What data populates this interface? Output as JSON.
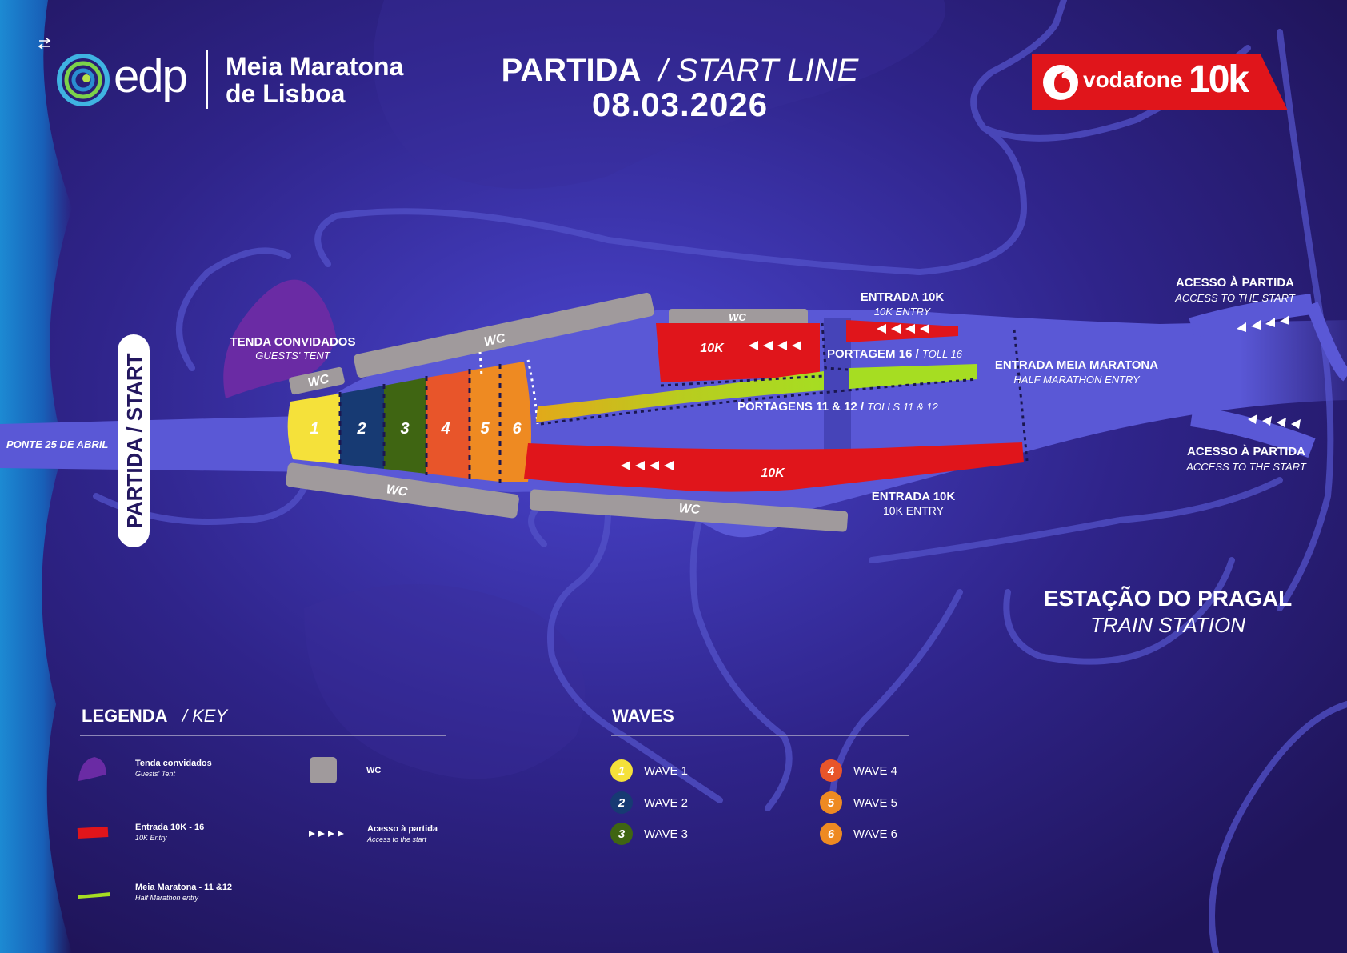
{
  "header": {
    "brand": "edp",
    "event_line1": "Meia Maratona",
    "event_line2": "de Lisboa",
    "title_pt": "PARTIDA",
    "title_en": "/ START LINE",
    "date": "08.03.2026",
    "sponsor_word": "vodafone",
    "sponsor_num": "10k"
  },
  "map": {
    "partida_start": "PARTIDA / START",
    "bridge": "PONTE 25 DE ABRIL",
    "guests_tent_pt": "TENDA CONVIDADOS",
    "guests_tent_en": "GUESTS' TENT",
    "wc": "WC",
    "tenk": "10K",
    "entrada10k_pt": "ENTRADA 10K",
    "entrada10k_en": "10K ENTRY",
    "portagem16_pt": "PORTAGEM 16 /",
    "portagem16_en": "TOLL 16",
    "portagens_pt": "PORTAGENS 11 & 12 /",
    "portagens_en": "TOLLS 11 & 12",
    "entrada_mm_pt": "ENTRADA MEIA MARATONA",
    "entrada_mm_en": "HALF MARATHON ENTRY",
    "acesso_pt": "ACESSO À PARTIDA",
    "acesso_en": "ACCESS TO THE START",
    "station_pt": "ESTAÇÃO DO PRAGAL",
    "station_en": "TRAIN STATION",
    "wave_numbers": [
      "1",
      "2",
      "3",
      "4",
      "5",
      "6"
    ]
  },
  "legend": {
    "title_pt": "LEGENDA",
    "title_en": "/ KEY",
    "items": [
      {
        "pt": "Tenda convidados",
        "en": "Guests' Tent"
      },
      {
        "pt": "WC",
        "en": ""
      },
      {
        "pt": "Entrada 10K - 16",
        "en": "10K Entry"
      },
      {
        "pt": "Acesso à partida",
        "en": "Access to the start"
      },
      {
        "pt": "Meia Maratona - 11 &12",
        "en": "Half Marathon entry"
      }
    ]
  },
  "waves": {
    "title": "WAVES",
    "items": [
      {
        "num": "1",
        "label": "WAVE 1",
        "color": "#f5e13a"
      },
      {
        "num": "2",
        "label": "WAVE 2",
        "color": "#173a73"
      },
      {
        "num": "3",
        "label": "WAVE 3",
        "color": "#3f6512"
      },
      {
        "num": "4",
        "label": "WAVE 4",
        "color": "#e8552a"
      },
      {
        "num": "5",
        "label": "WAVE 5",
        "color": "#ee8a22"
      },
      {
        "num": "6",
        "label": "WAVE 6",
        "color": "#ee8a22"
      }
    ]
  },
  "colors": {
    "background": "#23175f",
    "road": "#5a58d6",
    "red_entry": "#e0151b",
    "half_marathon_green": "#a6dd22",
    "wc_grey": "#a09a9c",
    "tent_purple": "#6a2ba4",
    "sea": "#1a72c4"
  }
}
